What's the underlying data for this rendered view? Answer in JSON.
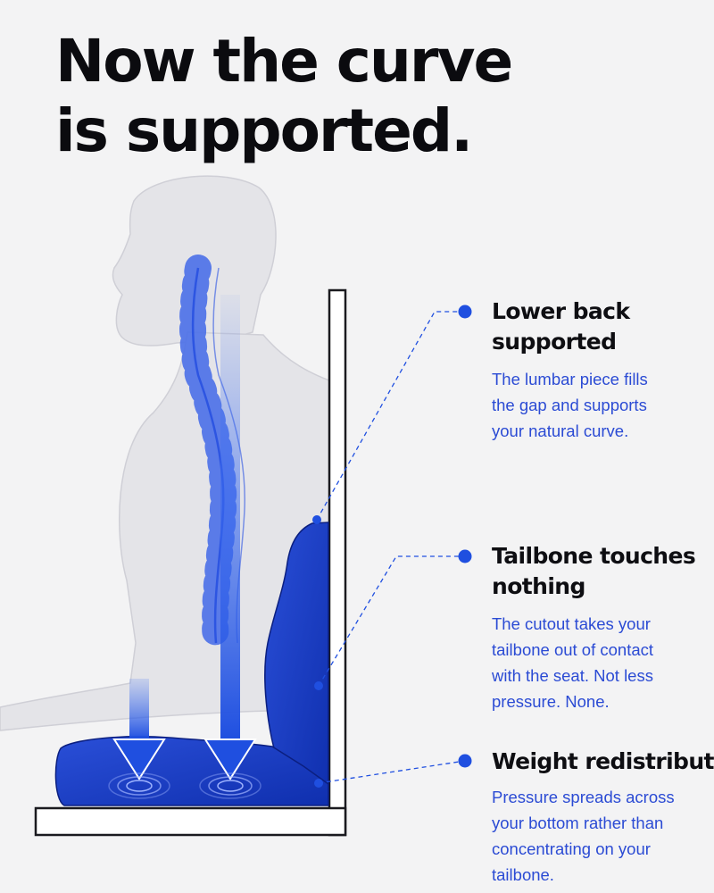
{
  "headline": {
    "line1": "Now the curve",
    "line2": "is supported."
  },
  "callouts": [
    {
      "title_lines": [
        "Lower back",
        "supported"
      ],
      "body_lines": [
        "The lumbar piece fills",
        "the gap and supports",
        "your natural curve."
      ]
    },
    {
      "title_lines": [
        "Tailbone touches",
        "nothing"
      ],
      "body_lines": [
        "The cutout takes your",
        "tailbone out of contact",
        "with the seat. Not less",
        "pressure. None."
      ]
    },
    {
      "title_lines": [
        "Weight redistributed"
      ],
      "body_lines": [
        "Pressure spreads across",
        "your bottom rather than",
        "concentrating on your",
        "tailbone."
      ]
    }
  ],
  "colors": {
    "accent": "#1f4fe0",
    "cushion": "#1435c2",
    "heading": "#0e0e12",
    "body_text": "#2b4bd4",
    "background": "#f3f3f4"
  },
  "icons": [
    "down-arrow-icon",
    "pressure-ripple-icon",
    "callout-dot-icon"
  ]
}
